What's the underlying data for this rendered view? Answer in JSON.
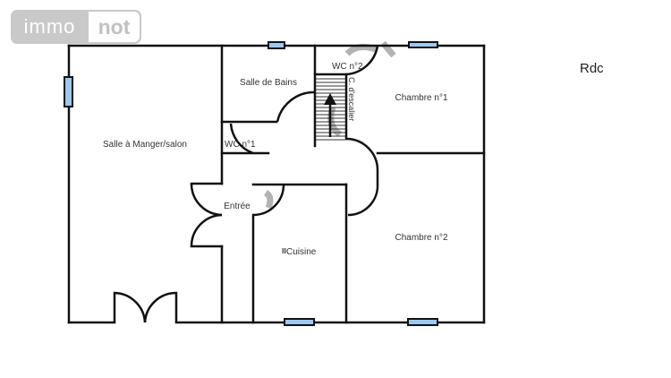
{
  "logo": {
    "part1": "immo",
    "part2": "not"
  },
  "level_label": "Rdc",
  "rooms": {
    "salon": "Salle à Manger/salon",
    "salle_de_bains": "Salle de Bains",
    "wc1": "WC n°1",
    "wc2": "WC n°2",
    "cage_escalier": "C. d'escalier",
    "chambre1": "Chambre n°1",
    "chambre2": "Chambre n°2",
    "entree": "Entrée",
    "cuisine": "Cuisine"
  },
  "colors": {
    "wall": "#111111",
    "window_fill": "#9ec8ef",
    "logo_bg": "#c9c9c9",
    "watermark": "#9a9a9a"
  }
}
